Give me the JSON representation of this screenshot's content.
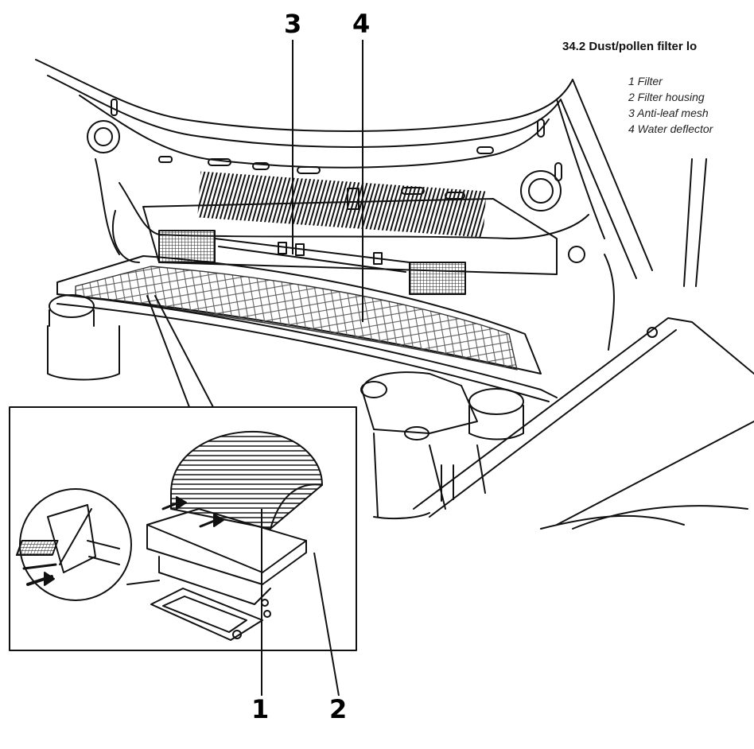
{
  "figure": {
    "caption": "34.2  Dust/pollen filter lo",
    "legend": [
      "1 Filter",
      "2 Filter housing",
      "3 Anti-leaf mesh",
      "4 Water deflector"
    ],
    "callouts": [
      "1",
      "2",
      "3",
      "4"
    ]
  },
  "colors": {
    "ink": "#111111",
    "paper": "#ffffff",
    "mesh": "#555555"
  }
}
